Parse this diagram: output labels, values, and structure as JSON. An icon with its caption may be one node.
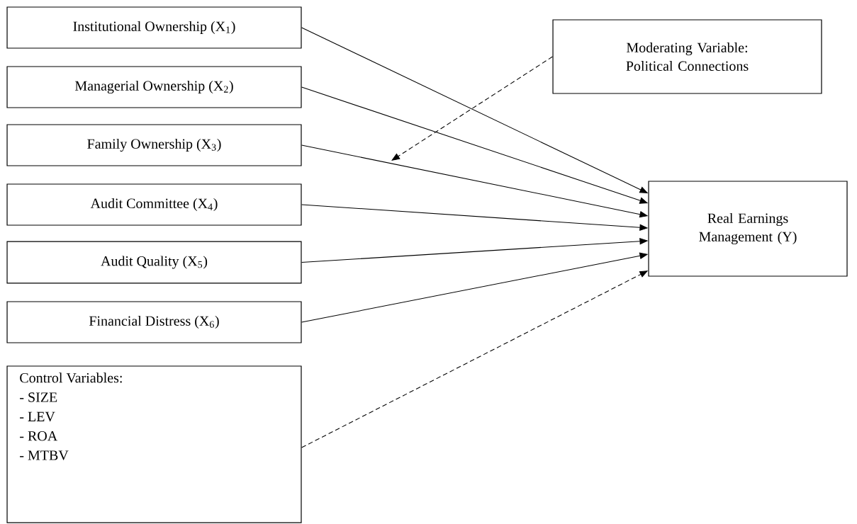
{
  "diagram": {
    "nodes": [
      {
        "text": [
          "Institutional Ownership (X$_{1}$)"
        ]
      },
      {
        "text": [
          "Managerial Ownership (X$_{2}$)"
        ]
      },
      {
        "text": [
          "Family Ownership (X$_{3}$)"
        ]
      },
      {
        "text": [
          "Audit Committee (X$_{4}$)"
        ]
      },
      {
        "text": [
          "Audit Quality (X$_{5}$)"
        ]
      },
      {
        "text": [
          "Financial Distress (X$_{6}$)"
        ]
      },
      {
        "text": [
          "Control Variables:",
          "- SIZE",
          "- LEV",
          "- ROA",
          "- MTBV"
        ]
      },
      {
        "text": [
          "Moderating Variable: Political Connections"
        ]
      },
      {
        "text": [
          "Real Earnings Management (Y)"
        ]
      }
    ],
    "edges": [
      {
        "from": 0,
        "to": 8,
        "arrow": "to"
      },
      {
        "from": 1,
        "to": 8,
        "arrow": "to"
      },
      {
        "from": 2,
        "to": 8,
        "arrow": "to"
      },
      {
        "from": 3,
        "to": 8,
        "arrow": "to"
      },
      {
        "from": 4,
        "to": 8,
        "arrow": "to"
      },
      {
        "from": 5,
        "to": 8,
        "arrow": "to"
      },
      {
        "from": 6,
        "to": 8,
        "arrow": "to",
        "style": "dashed"
      },
      {
        "from": 7,
        "to": null,
        "arrow": "to",
        "style": "dashed"
      }
    ]
  }
}
